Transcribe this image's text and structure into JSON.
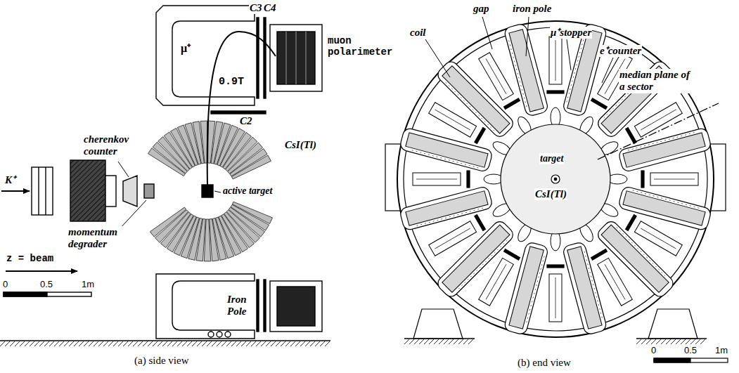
{
  "diagram": {
    "labels": [
      "C3",
      "C4",
      "muon polarimeter",
      "μ⁺",
      "0.9T",
      "cherenkov counter",
      "C2",
      "CsI(Tl)",
      "K⁺",
      "active target",
      "momentum degrader",
      "Iron Pole",
      "z = beam",
      "0",
      "0.5",
      "1m",
      "(a) side view",
      "coil",
      "gap",
      "iron pole",
      "μ⁺stopper",
      "e⁺counter",
      "median plane of a sector",
      "target",
      "CsI(Tl)",
      "0",
      "0.5",
      "1m",
      "(b) end view"
    ]
  }
}
